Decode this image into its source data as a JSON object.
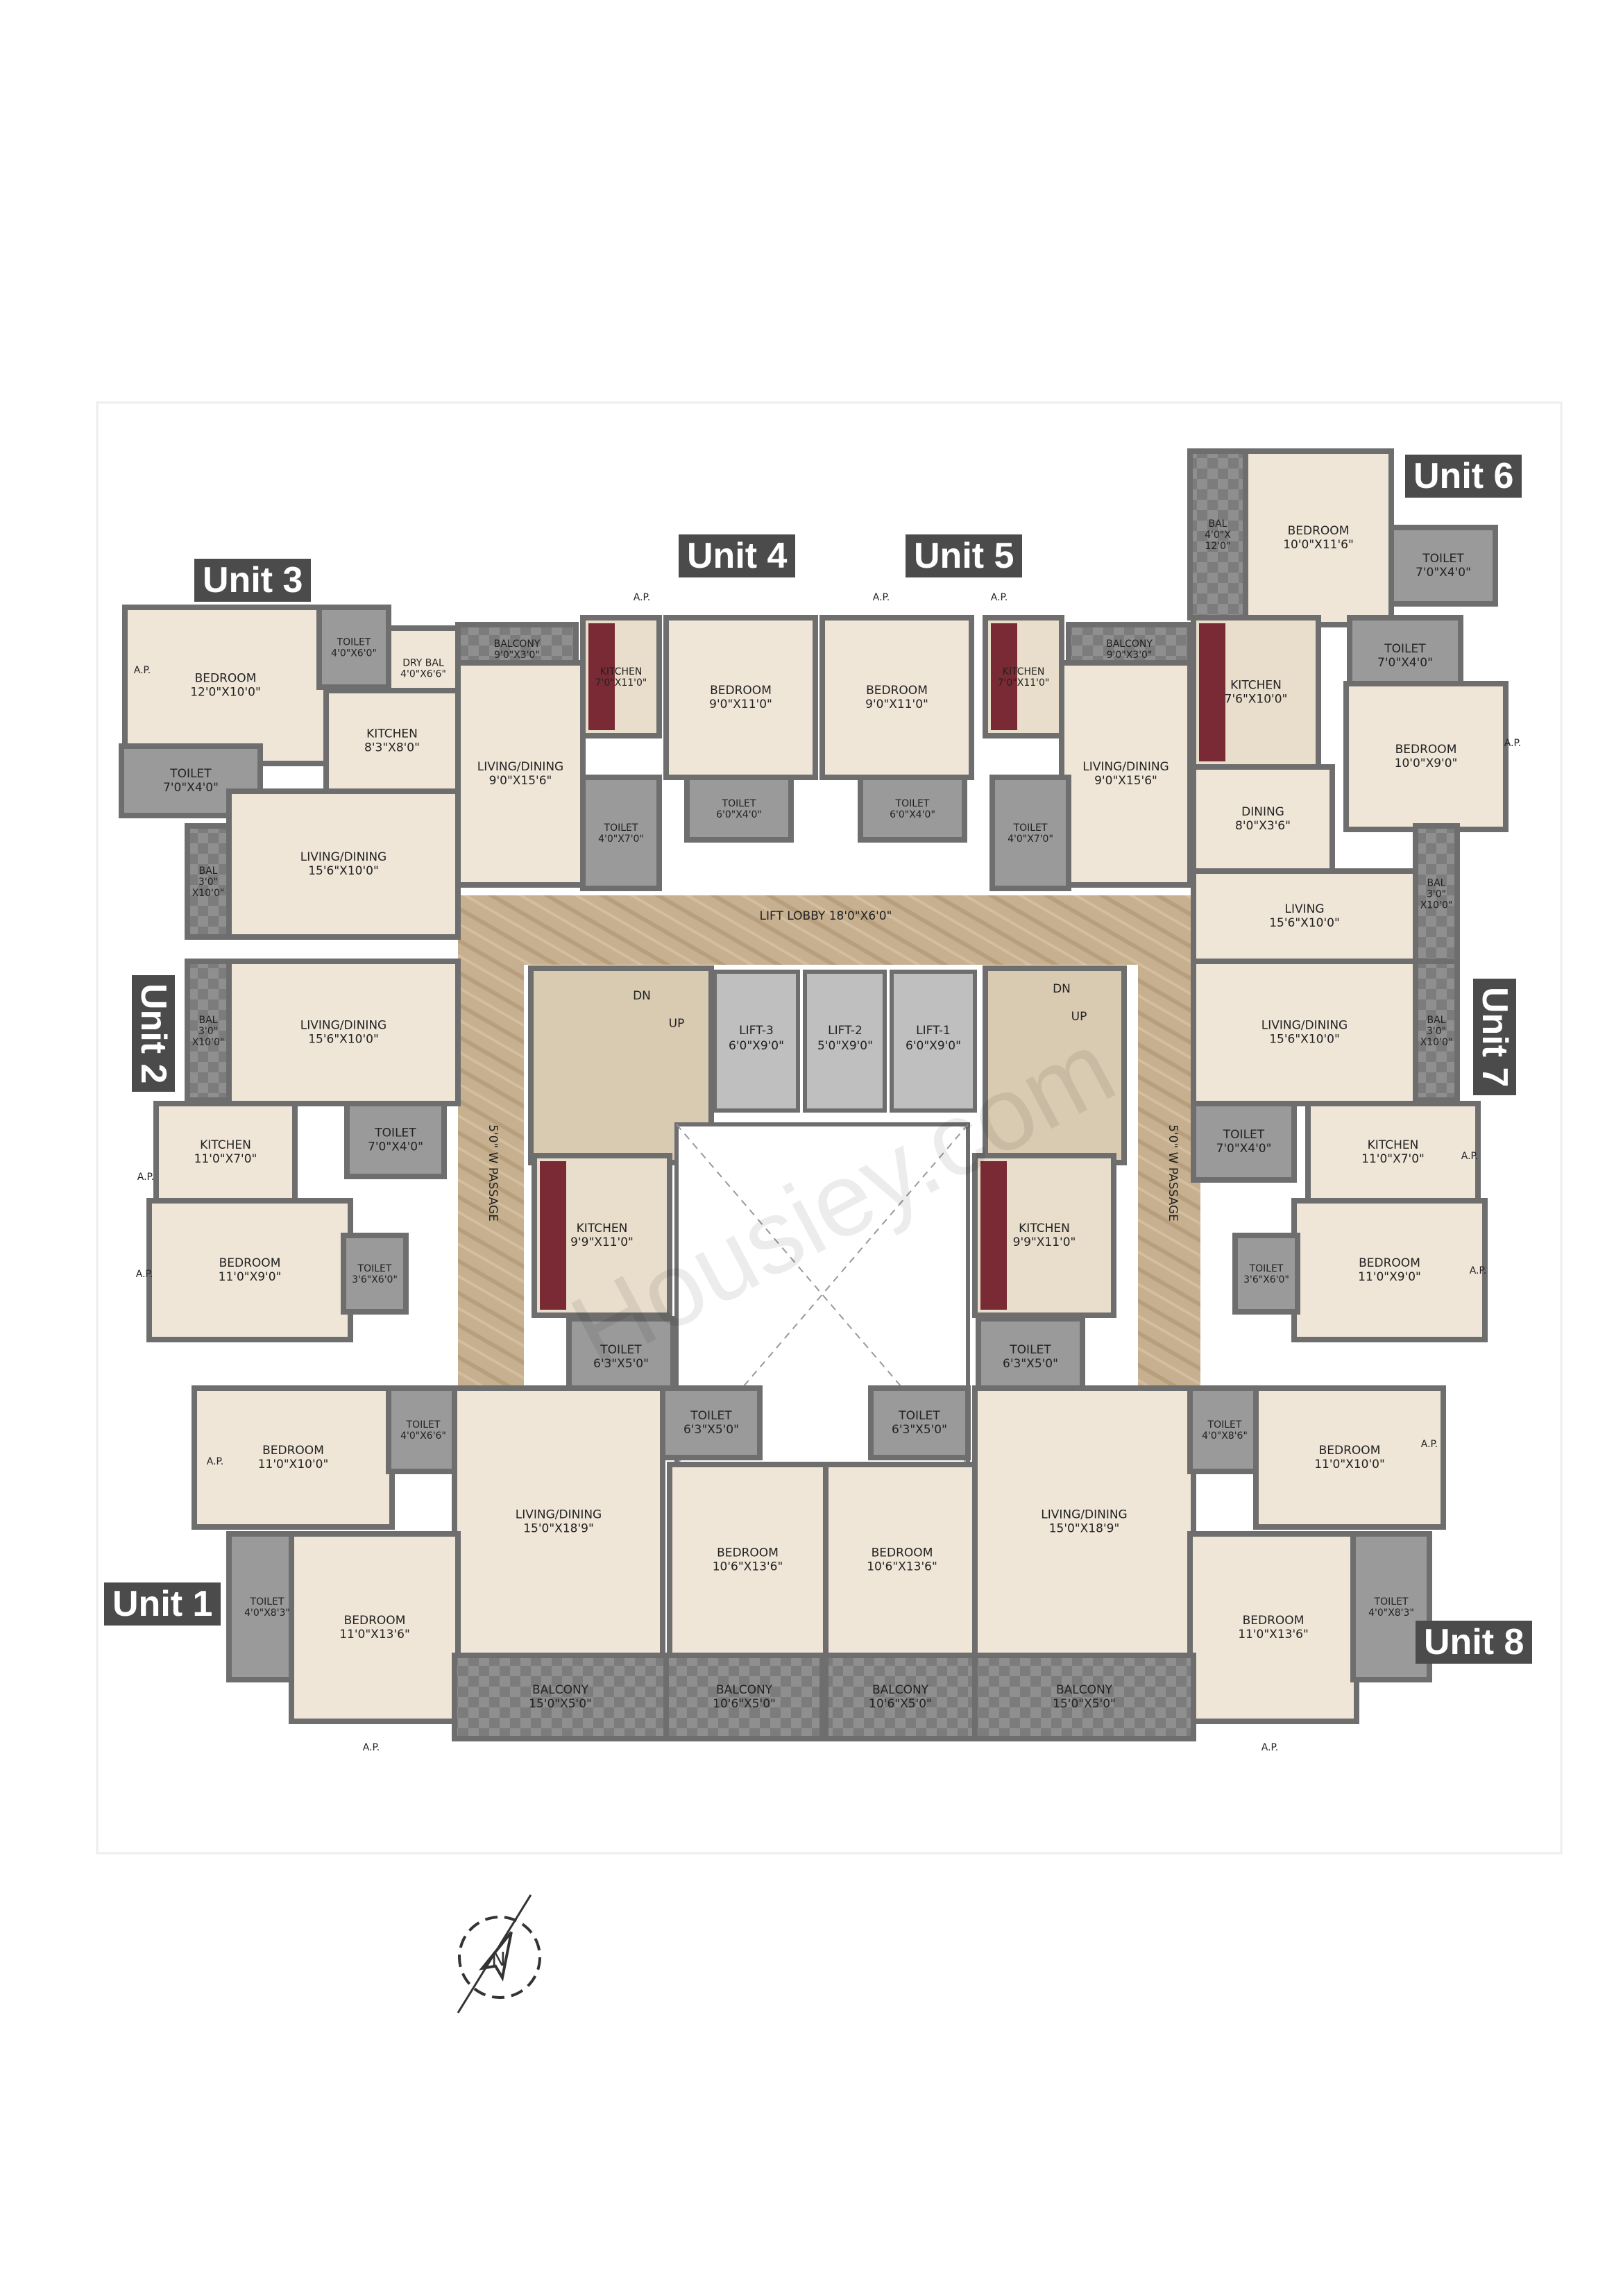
{
  "units": [
    "Unit 1",
    "Unit 2",
    "Unit 3",
    "Unit 4",
    "Unit 5",
    "Unit 6",
    "Unit 7",
    "Unit 8"
  ],
  "watermark": "Housiey.com",
  "common": {
    "lift_lobby": "LIFT LOBBY 18'0\"X6'0\"",
    "passage_left": "5'0\" W PASSAGE",
    "passage_right": "5'0\" W PASSAGE",
    "lift3": [
      "LIFT-3",
      "6'0\"X9'0\""
    ],
    "lift2": [
      "LIFT-2",
      "5'0\"X9'0\""
    ],
    "lift1": [
      "LIFT-1",
      "6'0\"X9'0\""
    ],
    "dn": "DN",
    "up": "UP"
  },
  "rooms": {
    "u3_bed": [
      "BEDROOM",
      "12'0\"X10'0\""
    ],
    "u3_toilet_a": [
      "TOILET",
      "4'0\"X6'0\""
    ],
    "u3_dry": [
      "DRY BAL",
      "4'0\"X6'6\""
    ],
    "u3_kitchen": [
      "KITCHEN",
      "8'3\"X8'0\""
    ],
    "u3_toilet_b": [
      "TOILET",
      "7'0\"X4'0\""
    ],
    "u3_living": [
      "LIVING/DINING",
      "15'6\"X10'0\""
    ],
    "u3_bal": [
      "BAL",
      "3'0\"",
      "X10'0\""
    ],
    "u4_balcony": [
      "BALCONY",
      "9'0\"X3'0\""
    ],
    "u4_kitchen": [
      "KITCHEN",
      "7'0\"X11'0\""
    ],
    "u4_living": [
      "LIVING/DINING",
      "9'0\"X15'6\""
    ],
    "u4_bed": [
      "BEDROOM",
      "9'0\"X11'0\""
    ],
    "u4_toilet_a": [
      "TOILET",
      "6'0\"X4'0\""
    ],
    "u4_toilet_b": [
      "TOILET",
      "4'0\"X7'0\""
    ],
    "u5_balcony": [
      "BALCONY",
      "9'0\"X3'0\""
    ],
    "u5_kitchen": [
      "KITCHEN",
      "7'0\"X11'0\""
    ],
    "u5_living": [
      "LIVING/DINING",
      "9'0\"X15'6\""
    ],
    "u5_bed": [
      "BEDROOM",
      "9'0\"X11'0\""
    ],
    "u5_toilet_a": [
      "TOILET",
      "6'0\"X4'0\""
    ],
    "u5_toilet_b": [
      "TOILET",
      "4'0\"X7'0\""
    ],
    "u6_bal": [
      "BAL",
      "4'0\"X",
      "12'0\""
    ],
    "u6_bed_a": [
      "BEDROOM",
      "10'0\"X11'6\""
    ],
    "u6_toilet_a": [
      "TOILET",
      "7'0\"X4'0\""
    ],
    "u6_toilet_b": [
      "TOILET",
      "7'0\"X4'0\""
    ],
    "u6_kitchen": [
      "KITCHEN",
      "7'6\"X10'0\""
    ],
    "u6_bed_b": [
      "BEDROOM",
      "10'0\"X9'0\""
    ],
    "u6_dining": [
      "DINING",
      "8'0\"X3'6\""
    ],
    "u6_living": [
      "LIVING",
      "15'6\"X10'0\""
    ],
    "u6_bal_b": [
      "BAL",
      "3'0\"",
      "X10'0\""
    ],
    "u2_bal": [
      "BAL",
      "3'0\"",
      "X10'0\""
    ],
    "u2_living": [
      "LIVING/DINING",
      "15'6\"X10'0\""
    ],
    "u2_kitchen": [
      "KITCHEN",
      "11'0\"X7'0\""
    ],
    "u2_toilet_a": [
      "TOILET",
      "7'0\"X4'0\""
    ],
    "u2_bed": [
      "BEDROOM",
      "11'0\"X9'0\""
    ],
    "u2_toilet_b": [
      "TOILET",
      "3'6\"X6'0\""
    ],
    "u7_living": [
      "LIVING/DINING",
      "15'6\"X10'0\""
    ],
    "u7_bal": [
      "BAL",
      "3'0\"",
      "X10'0\""
    ],
    "u7_toilet_a": [
      "TOILET",
      "7'0\"X4'0\""
    ],
    "u7_kitchen": [
      "KITCHEN",
      "11'0\"X7'0\""
    ],
    "u7_bed": [
      "BEDROOM",
      "11'0\"X9'0\""
    ],
    "u7_toilet_b": [
      "TOILET",
      "3'6\"X6'0\""
    ],
    "c_kitchen_l": [
      "KITCHEN",
      "9'9\"X11'0\""
    ],
    "c_toilet_l": [
      "TOILET",
      "6'3\"X5'0\""
    ],
    "c_kitchen_r": [
      "KITCHEN",
      "9'9\"X11'0\""
    ],
    "c_toilet_r": [
      "TOILET",
      "6'3\"X5'0\""
    ],
    "u1_bed_a": [
      "BEDROOM",
      "11'0\"X10'0\""
    ],
    "u1_toilet_a": [
      "TOILET",
      "4'0\"X6'6\""
    ],
    "u1_living": [
      "LIVING/DINING",
      "15'0\"X18'9\""
    ],
    "u1_toilet_b": [
      "TOILET",
      "4'0\"X8'3\""
    ],
    "u1_bed_b": [
      "BEDROOM",
      "11'0\"X13'6\""
    ],
    "u1_toilet_c": [
      "TOILET",
      "6'3\"X5'0\""
    ],
    "u1_bed_c": [
      "BEDROOM",
      "10'6\"X13'6\""
    ],
    "u1_balcony_a": [
      "BALCONY",
      "15'0\"X5'0\""
    ],
    "u1_balcony_b": [
      "BALCONY",
      "10'6\"X5'0\""
    ],
    "u8_toilet_c": [
      "TOILET",
      "6'3\"X5'0\""
    ],
    "u8_bed_c": [
      "BEDROOM",
      "10'6\"X13'6\""
    ],
    "u8_living": [
      "LIVING/DINING",
      "15'0\"X18'9\""
    ],
    "u8_toilet_a": [
      "TOILET",
      "4'0\"X8'6\""
    ],
    "u8_bed_a": [
      "BEDROOM",
      "11'0\"X10'0\""
    ],
    "u8_bed_b": [
      "BEDROOM",
      "11'0\"X13'6\""
    ],
    "u8_toilet_b": [
      "TOILET",
      "4'0\"X8'3\""
    ],
    "u8_balcony_b": [
      "BALCONY",
      "10'6\"X5'0\""
    ],
    "u8_balcony_a": [
      "BALCONY",
      "15'0\"X5'0\""
    ]
  },
  "ap": "A.P.",
  "compass": "N",
  "colors": {
    "wall": "#6e6e6e",
    "floor": "#efe6d8",
    "lobby": "#c9b394",
    "tile": "#8a8a8a",
    "kitchen": "#7a2a34",
    "tag": "#4b4b4b"
  }
}
